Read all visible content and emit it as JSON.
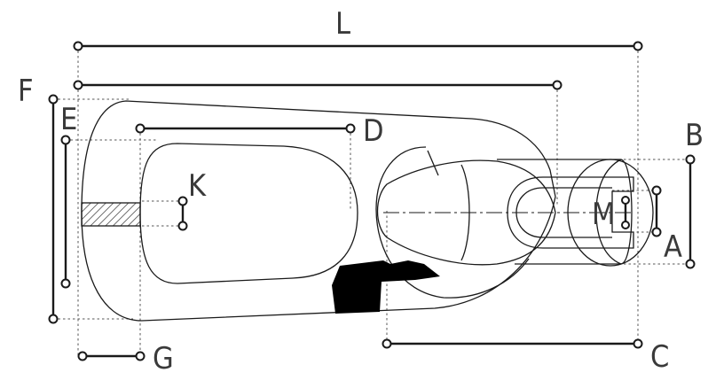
{
  "diagram": {
    "labels": {
      "L": "L",
      "F": "F",
      "E": "E",
      "D": "D",
      "K": "K",
      "B": "B",
      "M": "M",
      "A": "A",
      "C": "C",
      "G": "G"
    },
    "colors": {
      "ink": "#1a1a1a",
      "label": "#3a3a3a",
      "background": "#ffffff"
    }
  }
}
